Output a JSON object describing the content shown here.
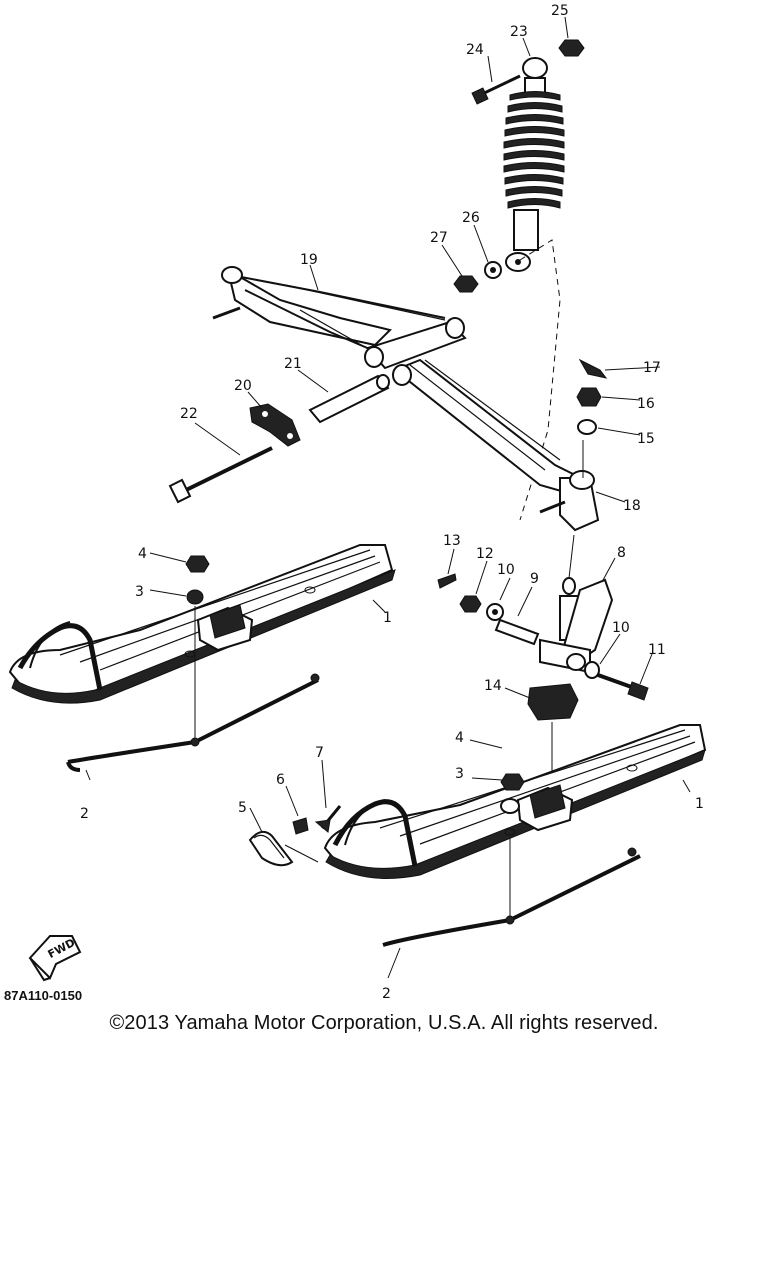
{
  "diagram": {
    "part_labels": [
      "1",
      "1",
      "2",
      "2",
      "3",
      "3",
      "4",
      "4",
      "5",
      "6",
      "7",
      "8",
      "9",
      "10",
      "10",
      "11",
      "12",
      "13",
      "14",
      "15",
      "16",
      "17",
      "18",
      "19",
      "20",
      "21",
      "22",
      "23",
      "24",
      "25",
      "26",
      "27"
    ],
    "fwd_badge": "FWD",
    "figure_code": "87A110-0150"
  },
  "footer": {
    "copyright": "©2013 Yamaha Motor Corporation, U.S.A. All rights reserved."
  }
}
